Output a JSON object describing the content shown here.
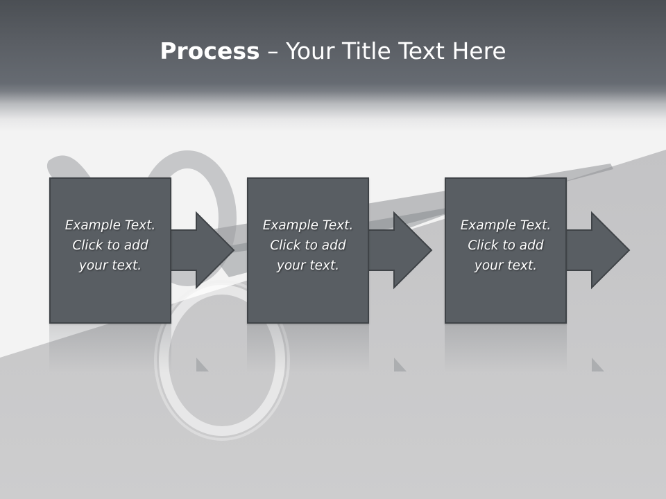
{
  "slide": {
    "title_bold": "Process",
    "title_rest": " – Your Title Text Here"
  },
  "steps": [
    {
      "line1": "Example Text.",
      "line2": "Click  to add",
      "line3": "your text."
    },
    {
      "line1": "Example Text.",
      "line2": "Click  to add",
      "line3": "your text."
    },
    {
      "line1": "Example Text.",
      "line2": "Click  to add",
      "line3": "your text."
    }
  ],
  "colors": {
    "header": "#5a5e64",
    "box_fill": "#595e63",
    "box_border": "#3f4347",
    "text": "#ffffff",
    "floor": "#c8c8c9"
  },
  "icons": {
    "arrow": "right-arrow-icon",
    "background": "scissors-photo"
  }
}
